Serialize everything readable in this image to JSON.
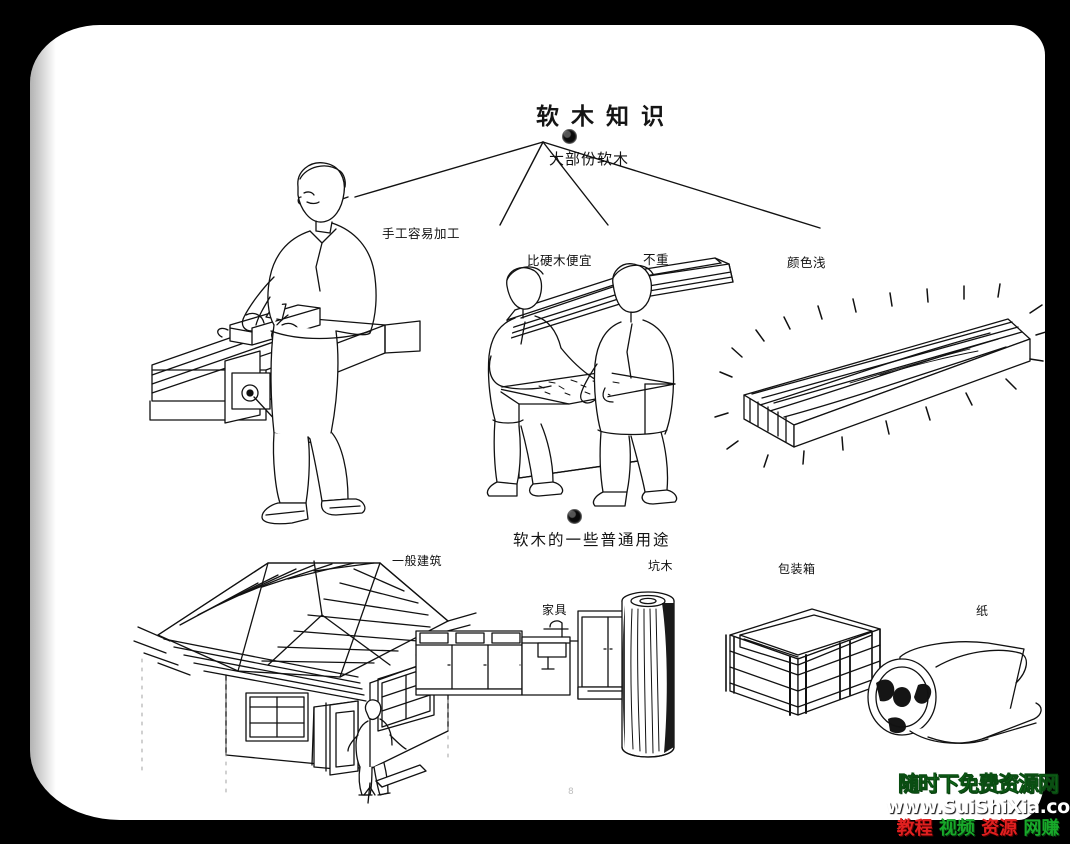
{
  "document": {
    "title": "软木知识",
    "subtitle": "大部份软木",
    "uses_heading": "软木的一些普通用途",
    "page_number": "8",
    "background_color": "#000000",
    "paper_color": "#ffffff",
    "ink_color": "#111111"
  },
  "diagram": {
    "root_label": "大部份软木",
    "branches": [
      {
        "label": "手工容易加工",
        "meaning": "easy-to-work-by-hand"
      },
      {
        "label": "比硬木便宜",
        "meaning": "cheaper-than-hardwood"
      },
      {
        "label": "不重",
        "meaning": "not-heavy"
      },
      {
        "label": "颜色浅",
        "meaning": "light-in-color"
      }
    ]
  },
  "illustrations": {
    "top": [
      {
        "name": "carpenter-planing-timber",
        "caption": "手工容易加工"
      },
      {
        "name": "two-workers-carrying-lumber",
        "caption": "比硬木便宜 / 不重"
      },
      {
        "name": "pale-softwood-plank",
        "caption": "颜色浅"
      }
    ],
    "bottom": [
      {
        "name": "timber-framed-house",
        "caption": "一般建筑"
      },
      {
        "name": "kitchen-cabinets-and-wardrobe",
        "caption": "家具"
      },
      {
        "name": "round-mine-prop-log",
        "caption": "坑木"
      },
      {
        "name": "wooden-packing-crate",
        "caption": "包装箱"
      },
      {
        "name": "paper-roll",
        "caption": "纸"
      }
    ]
  },
  "uses": [
    {
      "label": "一般建筑",
      "meaning": "general construction"
    },
    {
      "label": "家具",
      "meaning": "furniture"
    },
    {
      "label": "坑木",
      "meaning": "mine timber"
    },
    {
      "label": "包装箱",
      "meaning": "packing crate"
    },
    {
      "label": "纸",
      "meaning": "paper"
    }
  ],
  "watermark": {
    "line1": "随时下免费资源网",
    "line2": "www.SuiShiXia.com",
    "line3_part1": "教程",
    "line3_part2": "视频",
    "line3_part3": "资源",
    "line3_part4": "网赚",
    "color_green": "#1faa2a",
    "color_white": "#ffffff",
    "color_red": "#e02020"
  }
}
